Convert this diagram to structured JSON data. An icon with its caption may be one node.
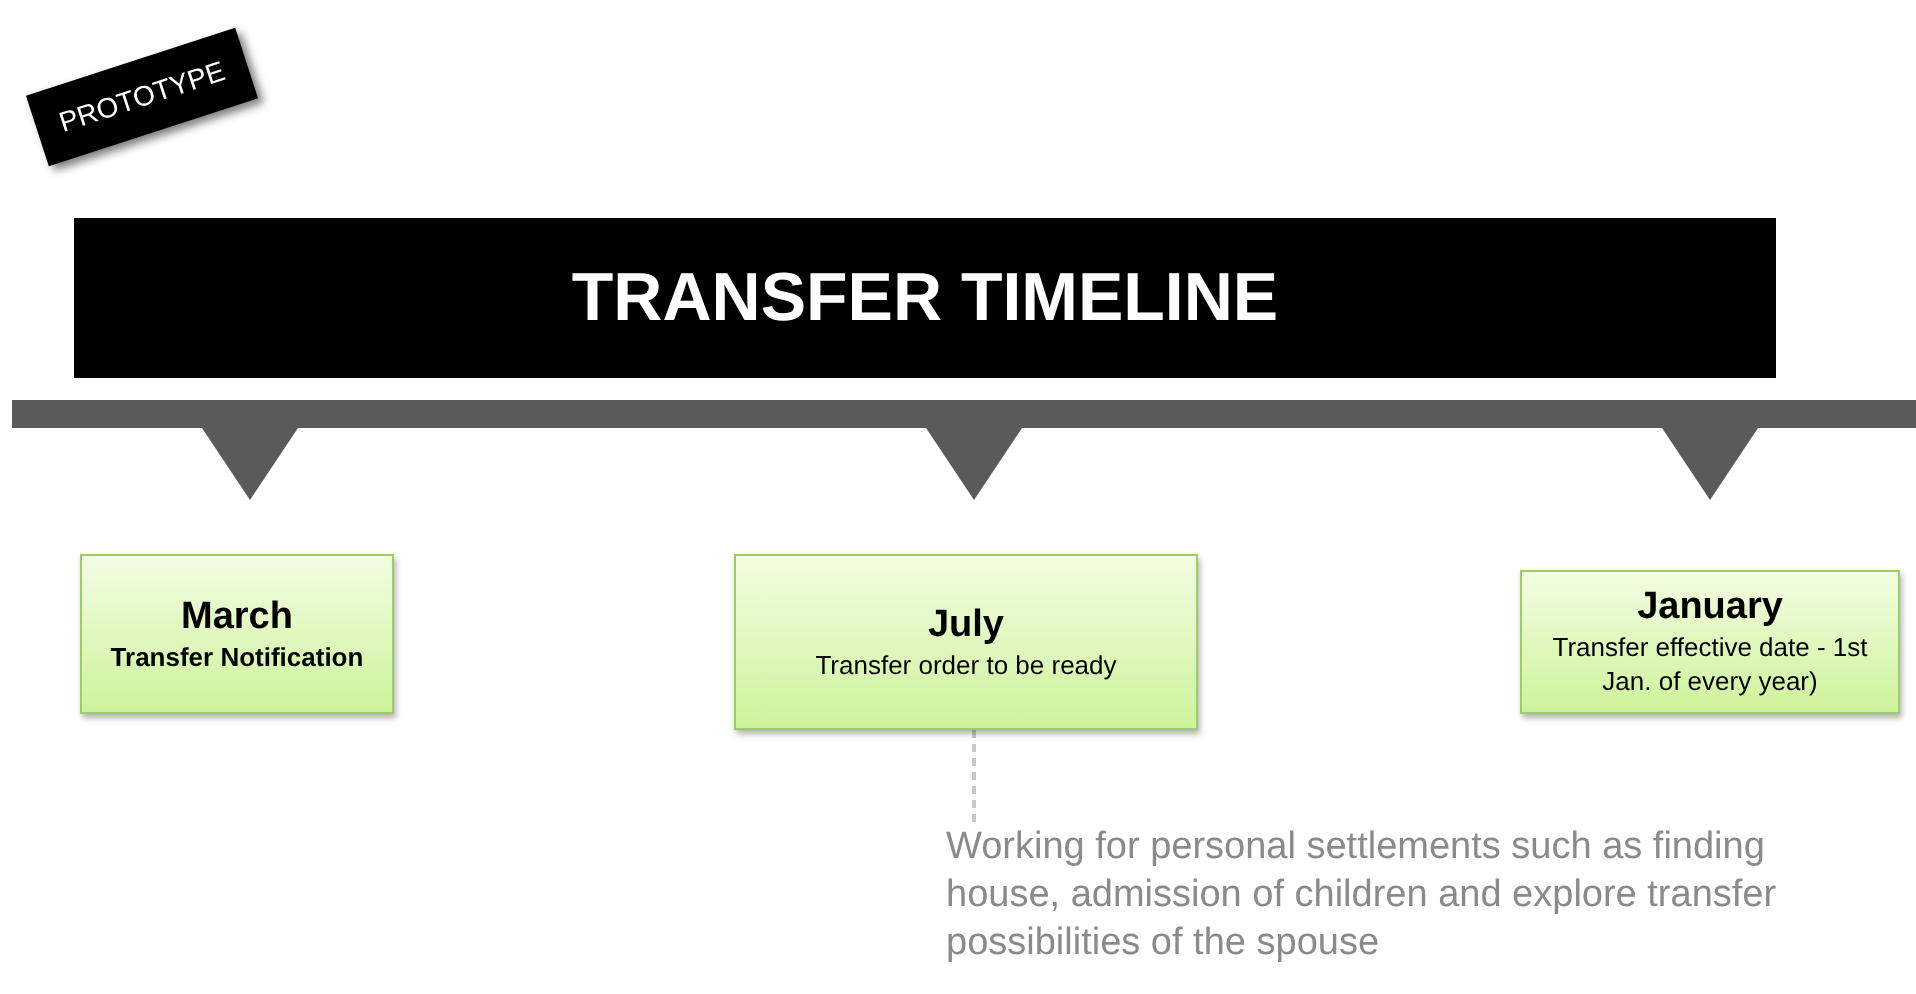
{
  "diagram": {
    "title": "TRANSFER TIMELINE",
    "nodes": [
      {
        "text": [
          "March",
          "Transfer Notification"
        ]
      },
      {
        "text": [
          "July",
          "Transfer order to be ready"
        ]
      },
      {
        "text": [
          "January",
          "Transfer effective date - 1st Jan. of every year)"
        ]
      },
      {
        "text": [
          "Working for personal settlements such as finding house, admission of children and explore transfer possibilities of the spouse"
        ]
      }
    ],
    "edges": [
      {
        "from": 1,
        "to": 3,
        "arrow": "none",
        "style": "dashed"
      }
    ],
    "labels": [
      "PROTOTYPE"
    ]
  }
}
